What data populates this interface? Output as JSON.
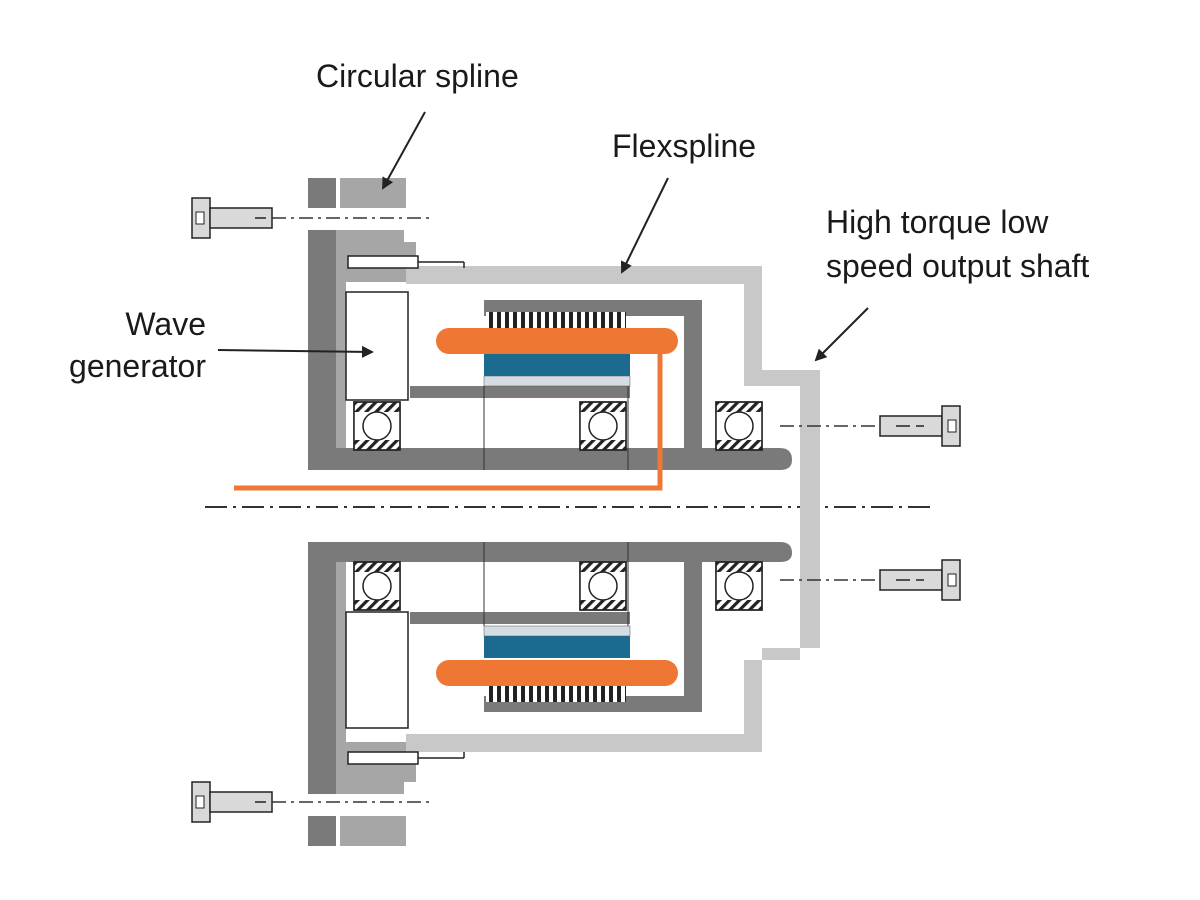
{
  "labels": {
    "circular_spline": "Circular spline",
    "flexspline": "Flexspline",
    "wave_generator_line1": "Wave",
    "wave_generator_line2": "generator",
    "output_shaft_line1": "High torque low",
    "output_shaft_line2": "speed output shaft"
  },
  "colors": {
    "dark_gray": "#7a7a7a",
    "mid_gray": "#a6a6a6",
    "light_gray": "#c8c8c8",
    "bolt_fill": "#d9d9d9",
    "orange": "#ee7733",
    "blue": "#1a6b8f",
    "pale_blue": "#d4dde2",
    "outline": "#222222"
  }
}
